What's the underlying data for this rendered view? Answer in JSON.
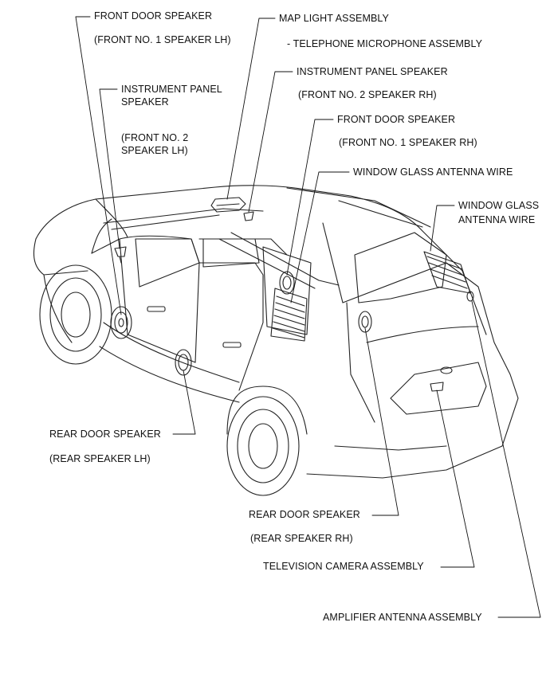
{
  "labels": {
    "front_door_lh": "FRONT DOOR SPEAKER",
    "front_door_lh_sub": "(FRONT NO. 1 SPEAKER LH)",
    "map_light": "MAP LIGHT ASSEMBLY",
    "map_light_sub": "- TELEPHONE MICROPHONE ASSEMBLY",
    "ip_speaker_lh_1": "INSTRUMENT PANEL",
    "ip_speaker_lh_2": "SPEAKER",
    "ip_speaker_lh_sub1": "(FRONT NO. 2",
    "ip_speaker_lh_sub2": "SPEAKER LH)",
    "ip_speaker_rh": "INSTRUMENT PANEL SPEAKER",
    "ip_speaker_rh_sub": "(FRONT NO. 2 SPEAKER RH)",
    "front_door_rh": "FRONT DOOR SPEAKER",
    "front_door_rh_sub": "(FRONT NO. 1 SPEAKER RH)",
    "window_antenna_1": "WINDOW GLASS ANTENNA WIRE",
    "window_antenna_2a": "WINDOW GLASS",
    "window_antenna_2b": "ANTENNA WIRE",
    "rear_door_lh": "REAR DOOR SPEAKER",
    "rear_door_lh_sub": "(REAR SPEAKER LH)",
    "rear_door_rh": "REAR DOOR SPEAKER",
    "rear_door_rh_sub": "(REAR SPEAKER RH)",
    "tv_camera": "TELEVISION CAMERA ASSEMBLY",
    "amplifier": "AMPLIFIER ANTENNA ASSEMBLY"
  }
}
